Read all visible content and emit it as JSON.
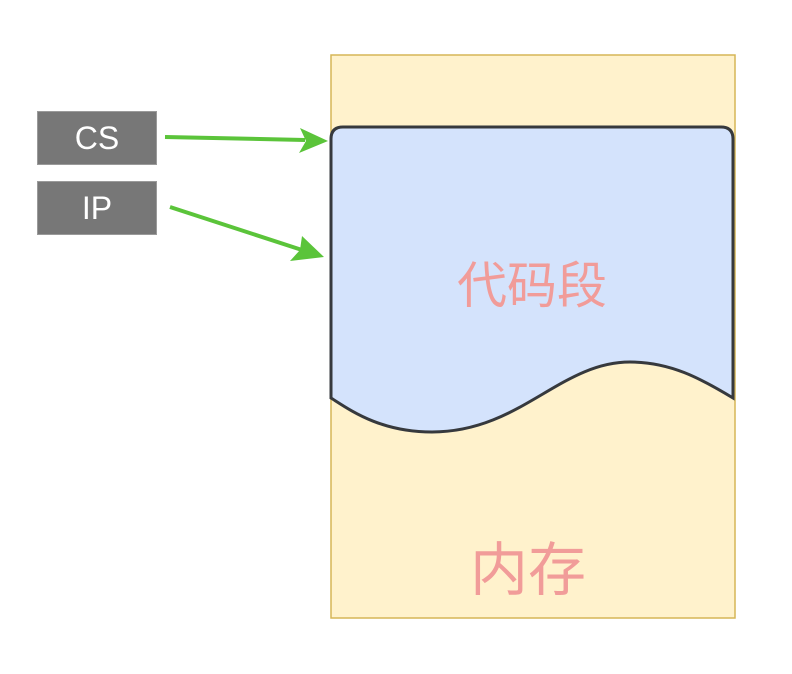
{
  "registers": {
    "cs": "CS",
    "ip": "IP"
  },
  "memory": {
    "label": "内存"
  },
  "code_segment": {
    "label": "代码段"
  },
  "colors": {
    "memory_fill": "#fff2cc",
    "memory_border": "#d6b656",
    "segment_fill": "#d4e3fc",
    "segment_border": "#36393d",
    "arrow": "#5bc43a",
    "register_fill": "#777777",
    "text_label": "#f19c99"
  }
}
